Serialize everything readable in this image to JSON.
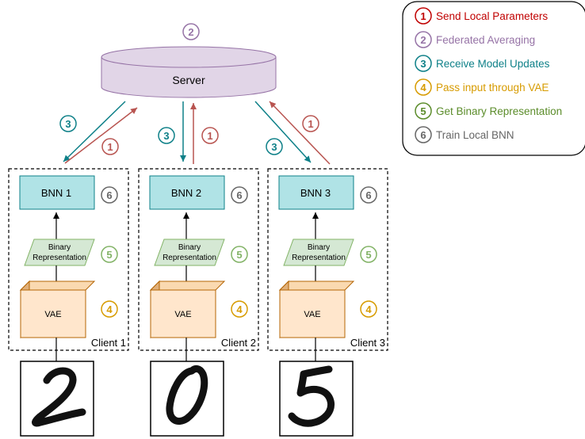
{
  "server": {
    "label": "Server"
  },
  "legend": [
    {
      "num": "1",
      "text": "Send Local Parameters",
      "color": "#c00000"
    },
    {
      "num": "2",
      "text": "Federated Averaging",
      "color": "#9673a6"
    },
    {
      "num": "3",
      "text": "Receive Model Updates",
      "color": "#0e8088"
    },
    {
      "num": "4",
      "text": "Pass input through VAE",
      "color": "#d79b00"
    },
    {
      "num": "5",
      "text": "Get Binary Representation",
      "color": "#5b8c2a"
    },
    {
      "num": "6",
      "text": "Train Local BNN",
      "color": "#666666"
    }
  ],
  "clients": [
    {
      "label": "Client 1",
      "bnn": "BNN 1",
      "digit": "2"
    },
    {
      "label": "Client 2",
      "bnn": "BNN 2",
      "digit": "0"
    },
    {
      "label": "Client 3",
      "bnn": "BNN 3",
      "digit": "5"
    }
  ],
  "binary_label_line1": "Binary",
  "binary_label_line2": "Representation",
  "vae_label": "VAE",
  "colors": {
    "send": "#b85450",
    "avg": "#9673a6",
    "receive": "#0e8088",
    "vae": "#d79b00",
    "binary": "#82b366",
    "train": "#666666",
    "server_fill": "#e1d5e7",
    "bnn_fill": "#b0e3e6",
    "binary_fill": "#d5e8d4",
    "vae_fill": "#ffe6cc"
  }
}
